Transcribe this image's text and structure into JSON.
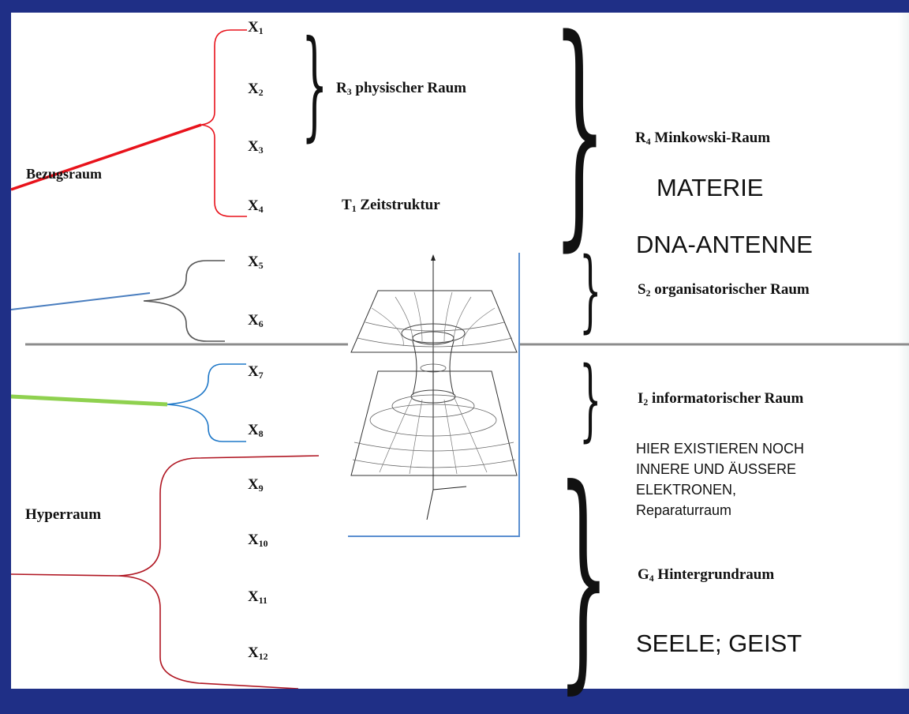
{
  "dimensions": {
    "x1": {
      "base": "X",
      "sub": "1"
    },
    "x2": {
      "base": "X",
      "sub": "2"
    },
    "x3": {
      "base": "X",
      "sub": "3"
    },
    "x4": {
      "base": "X",
      "sub": "4"
    },
    "x5": {
      "base": "X",
      "sub": "5"
    },
    "x6": {
      "base": "X",
      "sub": "6"
    },
    "x7": {
      "base": "X",
      "sub": "7"
    },
    "x8": {
      "base": "X",
      "sub": "8"
    },
    "x9": {
      "base": "X",
      "sub": "9"
    },
    "x10": {
      "base": "X",
      "sub": "10"
    },
    "x11": {
      "base": "X",
      "sub": "11"
    },
    "x12": {
      "base": "X",
      "sub": "12"
    }
  },
  "group_labels": {
    "bezugsraum": "Bezugsraum",
    "hyperraum": "Hyperraum"
  },
  "spaces": {
    "r3": {
      "base": "R",
      "sub": "3",
      "rest": " physischer Raum"
    },
    "t1": {
      "base": "T",
      "sub": "1",
      "rest": " Zeitstruktur"
    },
    "r4": {
      "base": "R",
      "sub": "4",
      "rest": " Minkowski-Raum"
    },
    "s2": {
      "base": "S",
      "sub": "2",
      "rest": " organisatorischer Raum"
    },
    "i2": {
      "base": "I",
      "sub": "2",
      "rest": " informatorischer Raum"
    },
    "g4": {
      "base": "G",
      "sub": "4",
      "rest": " Hintergrundraum"
    }
  },
  "annotations": {
    "materie": "MATERIE",
    "dna_antenne": "DNA-ANTENNE",
    "hier_lines": [
      "HIER EXISTIEREN NOCH",
      "INNERE UND ÄUSSERE",
      "ELEKTRONEN,",
      "Reparaturraum"
    ],
    "seele_geist": "SEELE; GEIST"
  },
  "colors": {
    "background_frame": "#1f2f86",
    "red_connector": "#e8121b",
    "steel_blue_connector": "#4a7ebf",
    "green_connector": "#8fd14f",
    "dark_red_brace": "#b01622",
    "gray_brace": "#555555",
    "blue_brace": "#1f78c8",
    "divider": "#8c8c8c",
    "figure_edge": "#5b8fd0"
  }
}
